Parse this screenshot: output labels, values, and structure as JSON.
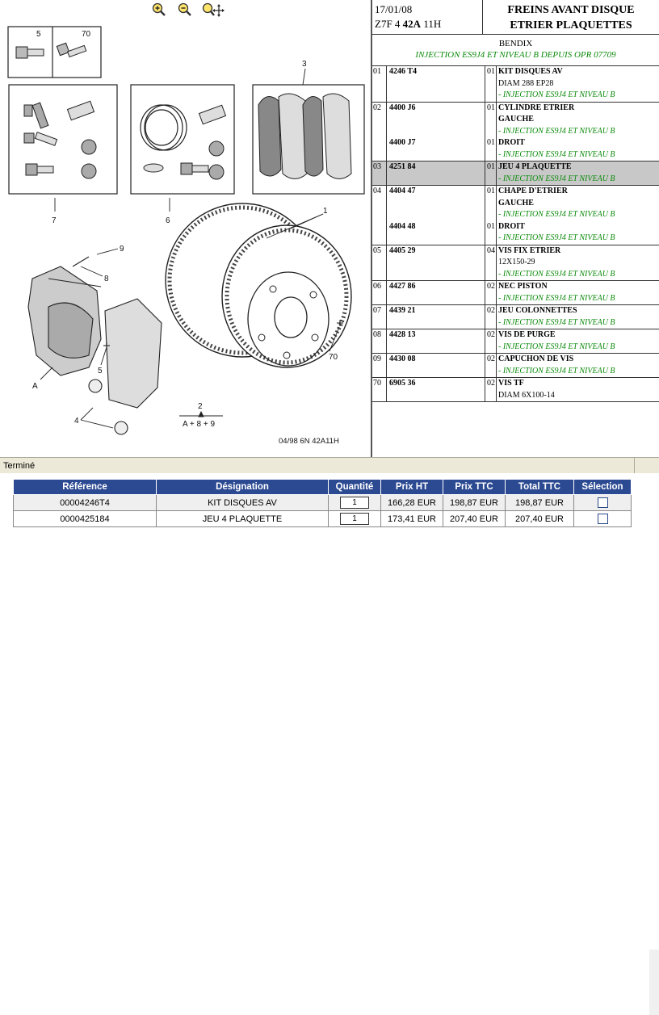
{
  "toolbar": {
    "icons": [
      "zoom-in-icon",
      "zoom-out-icon",
      "zoom-fit-icon"
    ]
  },
  "diagram": {
    "callouts": {
      "c5": "5",
      "c70": "70",
      "c3": "3",
      "c7": "7",
      "c6": "6",
      "c1": "1",
      "c9": "9",
      "c8": "8",
      "cA": "A",
      "c5b": "5",
      "c4": "4",
      "c70b": "70",
      "c2": "2",
      "formula": "A + 8 + 9",
      "ref": "04/98  6N  42A11H"
    }
  },
  "header": {
    "date": "17/01/08",
    "code_prefix": "Z7F 4 ",
    "code_bold": "42A",
    "code_suffix": " 11H",
    "title1": "FREINS AVANT DISQUE",
    "title2": "ETRIER PLAQUETTES",
    "brand": "BENDIX",
    "subtitle": "INJECTION ES9J4 ET NIVEAU B DEPUIS OPR 07709"
  },
  "parts": [
    {
      "ix": "01",
      "lines": [
        {
          "ref": "4246 T4",
          "qty": "01",
          "desc": "KIT DISQUES AV",
          "bold": true
        },
        {
          "ref": "",
          "qty": "",
          "desc": "DIAM 288 EP28"
        },
        {
          "ref": "",
          "qty": "",
          "desc": "- INJECTION ES9J4 ET NIVEAU B",
          "green": true
        }
      ]
    },
    {
      "ix": "02",
      "lines": [
        {
          "ref": "4400 J6",
          "qty": "01",
          "desc": "CYLINDRE ETRIER",
          "bold": true
        },
        {
          "ref": "",
          "qty": "",
          "desc": "GAUCHE",
          "bold": true
        },
        {
          "ref": "",
          "qty": "",
          "desc": "- INJECTION ES9J4 ET NIVEAU B",
          "green": true
        },
        {
          "ref": "4400 J7",
          "qty": "01",
          "desc": "DROIT",
          "bold": true
        },
        {
          "ref": "",
          "qty": "",
          "desc": "- INJECTION ES9J4 ET NIVEAU B",
          "green": true
        }
      ]
    },
    {
      "ix": "03",
      "selected": true,
      "lines": [
        {
          "ref": "4251 84",
          "qty": "01",
          "desc": "JEU 4 PLAQUETTE",
          "bold": true
        },
        {
          "ref": "",
          "qty": "",
          "desc": "- INJECTION ES9J4 ET NIVEAU B",
          "green": true
        }
      ]
    },
    {
      "ix": "04",
      "lines": [
        {
          "ref": "4404 47",
          "qty": "01",
          "desc": "CHAPE D'ETRIER",
          "bold": true
        },
        {
          "ref": "",
          "qty": "",
          "desc": "GAUCHE",
          "bold": true
        },
        {
          "ref": "",
          "qty": "",
          "desc": "- INJECTION ES9J4 ET NIVEAU B",
          "green": true
        },
        {
          "ref": "4404 48",
          "qty": "01",
          "desc": "DROIT",
          "bold": true
        },
        {
          "ref": "",
          "qty": "",
          "desc": "- INJECTION ES9J4 ET NIVEAU B",
          "green": true
        }
      ]
    },
    {
      "ix": "05",
      "lines": [
        {
          "ref": "4405 29",
          "qty": "04",
          "desc": "VIS FIX ETRIER",
          "bold": true
        },
        {
          "ref": "",
          "qty": "",
          "desc": "12X150-29"
        },
        {
          "ref": "",
          "qty": "",
          "desc": "- INJECTION ES9J4 ET NIVEAU B",
          "green": true
        }
      ]
    },
    {
      "ix": "06",
      "lines": [
        {
          "ref": "4427 86",
          "qty": "02",
          "desc": "NEC PISTON",
          "bold": true
        },
        {
          "ref": "",
          "qty": "",
          "desc": "- INJECTION ES9J4 ET NIVEAU B",
          "green": true
        }
      ]
    },
    {
      "ix": "07",
      "lines": [
        {
          "ref": "4439 21",
          "qty": "02",
          "desc": "JEU COLONNETTES",
          "bold": true
        },
        {
          "ref": "",
          "qty": "",
          "desc": "- INJECTION ES9J4 ET NIVEAU B",
          "green": true
        }
      ]
    },
    {
      "ix": "08",
      "lines": [
        {
          "ref": "4428 13",
          "qty": "02",
          "desc": "VIS DE PURGE",
          "bold": true
        },
        {
          "ref": "",
          "qty": "",
          "desc": "- INJECTION ES9J4 ET NIVEAU B",
          "green": true
        }
      ]
    },
    {
      "ix": "09",
      "lines": [
        {
          "ref": "4430 08",
          "qty": "02",
          "desc": "CAPUCHON DE VIS",
          "bold": true
        },
        {
          "ref": "",
          "qty": "",
          "desc": "- INJECTION ES9J4 ET NIVEAU B",
          "green": true
        }
      ]
    },
    {
      "ix": "70",
      "lines": [
        {
          "ref": "6905 36",
          "qty": "02",
          "desc": "VIS TF",
          "bold": true
        },
        {
          "ref": "",
          "qty": "",
          "desc": "DIAM 6X100-14"
        }
      ]
    }
  ],
  "status": {
    "text": "Terminé"
  },
  "selection_table": {
    "headers": [
      "Référence",
      "Désignation",
      "Quantité",
      "Prix HT",
      "Prix TTC",
      "Total TTC",
      "Sélection"
    ],
    "rows": [
      {
        "ref": "00004246T4",
        "designation": "KIT DISQUES AV",
        "qty": "1",
        "prix_ht": "166,28 EUR",
        "prix_ttc": "198,87 EUR",
        "total_ttc": "198,87 EUR",
        "selected": false
      },
      {
        "ref": "0000425184",
        "designation": "JEU 4 PLAQUETTE",
        "qty": "1",
        "prix_ht": "173,41 EUR",
        "prix_ttc": "207,40 EUR",
        "total_ttc": "207,40 EUR",
        "selected": false
      }
    ]
  }
}
